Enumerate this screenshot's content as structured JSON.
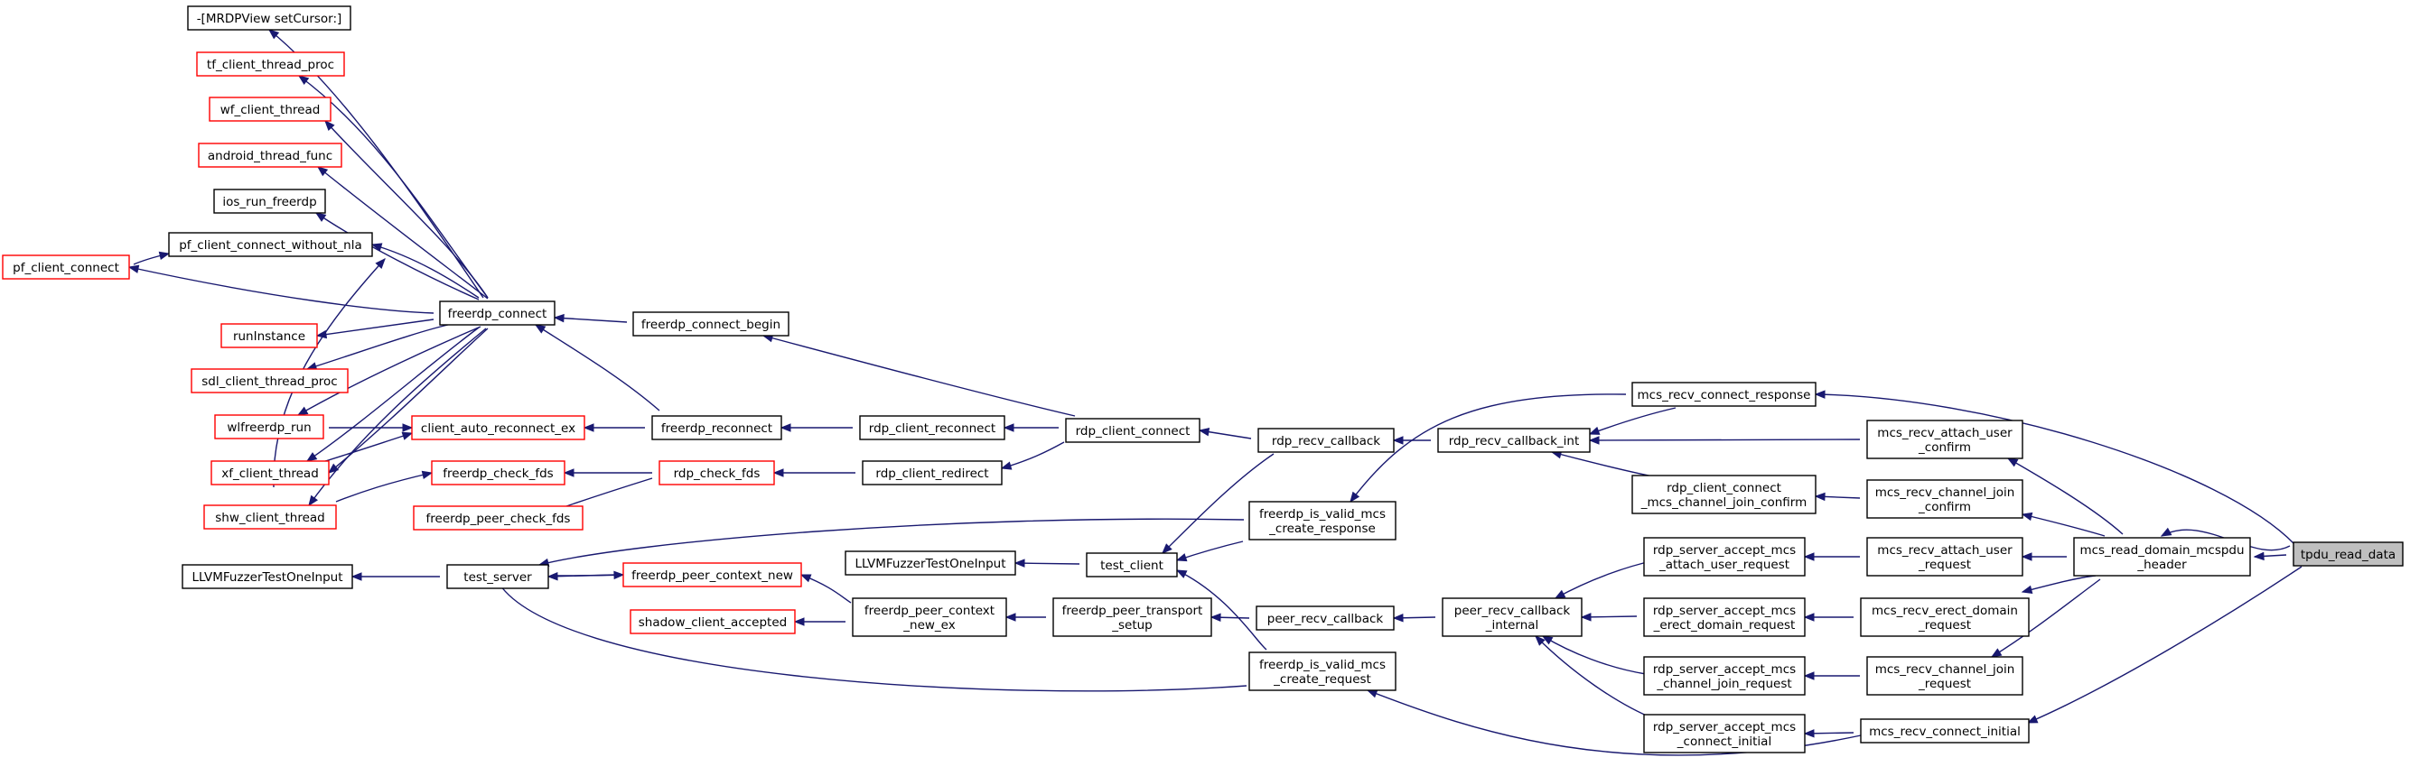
{
  "nodes": {
    "mrdpview": [
      "-[MRDPView setCursor:]"
    ],
    "tf_client_thread_proc": [
      "tf_client_thread_proc"
    ],
    "wf_client_thread": [
      "wf_client_thread"
    ],
    "android_thread_func": [
      "android_thread_func"
    ],
    "ios_run_freerdp": [
      "ios_run_freerdp"
    ],
    "pf_client_connect_without_nla": [
      "pf_client_connect_without_nla"
    ],
    "pf_client_connect": [
      "pf_client_connect"
    ],
    "runinstance": [
      "runInstance"
    ],
    "sdl_client_thread_proc": [
      "sdl_client_thread_proc"
    ],
    "wlfreerdp_run": [
      "wlfreerdp_run"
    ],
    "xf_client_thread": [
      "xf_client_thread"
    ],
    "shw_client_thread": [
      "shw_client_thread"
    ],
    "freerdp_connect": [
      "freerdp_connect"
    ],
    "client_auto_reconnect_ex": [
      "client_auto_reconnect_ex"
    ],
    "freerdp_check_fds": [
      "freerdp_check_fds"
    ],
    "freerdp_peer_check_fds": [
      "freerdp_peer_check_fds"
    ],
    "llvm_fuzzer_left": [
      "LLVMFuzzerTestOneInput"
    ],
    "test_server": [
      "test_server"
    ],
    "freerdp_connect_begin": [
      "freerdp_connect_begin"
    ],
    "freerdp_reconnect": [
      "freerdp_reconnect"
    ],
    "rdp_check_fds": [
      "rdp_check_fds"
    ],
    "freerdp_peer_context_new": [
      "freerdp_peer_context_new"
    ],
    "shadow_client_accepted": [
      "shadow_client_accepted"
    ],
    "rdp_client_reconnect": [
      "rdp_client_reconnect"
    ],
    "rdp_client_redirect": [
      "rdp_client_redirect"
    ],
    "llvm_fuzzer_mid": [
      "LLVMFuzzerTestOneInput"
    ],
    "freerdp_peer_context_new_ex": [
      "freerdp_peer_context",
      "_new_ex"
    ],
    "rdp_client_connect": [
      "rdp_client_connect"
    ],
    "test_client": [
      "test_client"
    ],
    "freerdp_peer_transport_setup": [
      "freerdp_peer_transport",
      "_setup"
    ],
    "rdp_recv_callback": [
      "rdp_recv_callback"
    ],
    "freerdp_is_valid_mcs_create_response": [
      "freerdp_is_valid_mcs",
      "_create_response"
    ],
    "peer_recv_callback": [
      "peer_recv_callback"
    ],
    "freerdp_is_valid_mcs_create_request": [
      "freerdp_is_valid_mcs",
      "_create_request"
    ],
    "rdp_recv_callback_int": [
      "rdp_recv_callback_int"
    ],
    "peer_recv_callback_internal": [
      "peer_recv_callback",
      "_internal"
    ],
    "mcs_recv_connect_response": [
      "mcs_recv_connect_response"
    ],
    "rdp_client_connect_mcs_channel_join_confirm": [
      "rdp_client_connect",
      "_mcs_channel_join_confirm"
    ],
    "rdp_server_accept_mcs_attach_user_request": [
      "rdp_server_accept_mcs",
      "_attach_user_request"
    ],
    "rdp_server_accept_mcs_erect_domain_request": [
      "rdp_server_accept_mcs",
      "_erect_domain_request"
    ],
    "rdp_server_accept_mcs_channel_join_request": [
      "rdp_server_accept_mcs",
      "_channel_join_request"
    ],
    "rdp_server_accept_mcs_connect_initial": [
      "rdp_server_accept_mcs",
      "_connect_initial"
    ],
    "mcs_recv_attach_user_confirm": [
      "mcs_recv_attach_user",
      "_confirm"
    ],
    "mcs_recv_channel_join_confirm": [
      "mcs_recv_channel_join",
      "_confirm"
    ],
    "mcs_recv_attach_user_request": [
      "mcs_recv_attach_user",
      "_request"
    ],
    "mcs_recv_erect_domain_request": [
      "mcs_recv_erect_domain",
      "_request"
    ],
    "mcs_recv_channel_join_request": [
      "mcs_recv_channel_join",
      "_request"
    ],
    "mcs_recv_connect_initial": [
      "mcs_recv_connect_initial"
    ],
    "mcs_read_domain_mcspdu_header": [
      "mcs_read_domain_mcspdu",
      "_header"
    ],
    "tpdu_read_data": [
      "tpdu_read_data"
    ]
  },
  "colors": {
    "edge": "#191970",
    "node_border": "#000000",
    "truncated_node_border": "#ff0000",
    "root_fill": "#bfbfbf",
    "background": "#ffffff"
  }
}
